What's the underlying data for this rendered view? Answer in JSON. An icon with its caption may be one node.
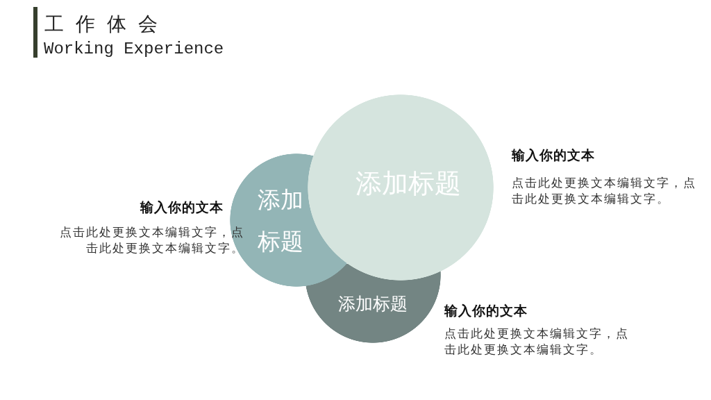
{
  "diagram": {
    "title": "工 作 体 会",
    "nodes": [
      {
        "text": [
          "添加标题"
        ],
        "beside": [
          "输入你的文本",
          "点击此处更换文本编辑文字，点击此处更换文本编辑文字。"
        ]
      },
      {
        "text": [
          "添加标题"
        ],
        "beside": [
          "输入你的文本",
          "点击此处更换文本编辑文字，点击此处更换文本编辑文字。"
        ]
      },
      {
        "text": [
          "添加标题"
        ],
        "beside": [
          "输入你的文本",
          "点击此处更换文本编辑文字，点击此处更换文本编辑文字。"
        ]
      }
    ],
    "labels": [
      "Working Experience"
    ]
  }
}
